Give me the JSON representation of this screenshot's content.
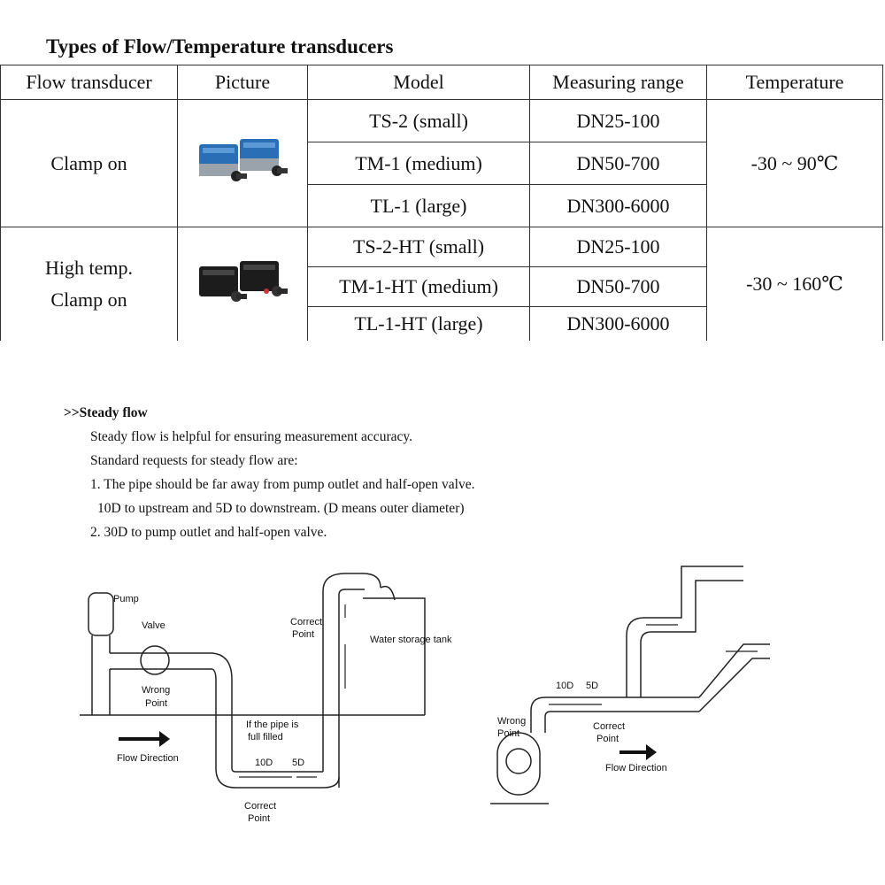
{
  "title": "Types of Flow/Temperature transducers",
  "table": {
    "headers": [
      "Flow transducer",
      "Picture",
      "Model",
      "Measuring range",
      "Temperature"
    ],
    "groups": [
      {
        "type_lines": [
          "Clamp on"
        ],
        "temperature": "-30 ~ 90℃",
        "rows": [
          {
            "model": "TS-2 (small)",
            "range": "DN25-100"
          },
          {
            "model": "TM-1 (medium)",
            "range": "DN50-700"
          },
          {
            "model": "TL-1 (large)",
            "range": "DN300-6000"
          }
        ]
      },
      {
        "type_lines": [
          "High temp.",
          "Clamp on"
        ],
        "temperature": "-30 ~ 160℃",
        "rows": [
          {
            "model": "TS-2-HT (small)",
            "range": "DN25-100"
          },
          {
            "model": "TM-1-HT (medium)",
            "range": "DN50-700"
          },
          {
            "model": "TL-1-HT (large)",
            "range": "DN300-6000"
          }
        ]
      }
    ]
  },
  "steady": {
    "heading": ">>Steady flow",
    "lines": [
      "Steady flow is helpful for ensuring measurement accuracy.",
      "Standard requests for steady flow are:",
      "1. The pipe should be far away from pump outlet and half-open valve.",
      "10D to upstream and 5D to downstream. (D means outer diameter)",
      "2. 30D to pump outlet and half-open valve."
    ]
  },
  "diagram_left": {
    "pump": "Pump",
    "valve": "Valve",
    "wrong1": "Wrong",
    "wrong2": "Point",
    "flow": "Flow Direction",
    "full1": "If the pipe is",
    "full2": "full filled",
    "correct1": "Correct",
    "correct2": "Point",
    "d10": "10D",
    "d5": "5D",
    "tank": "Water storage tank",
    "top_correct1": "Correct",
    "top_correct2": "Point"
  },
  "diagram_right": {
    "wrong1": "Wrong",
    "wrong2": "Point",
    "correct1": "Correct",
    "correct2": "Point",
    "flow": "Flow Direction",
    "d10": "10D",
    "d5": "5D"
  }
}
